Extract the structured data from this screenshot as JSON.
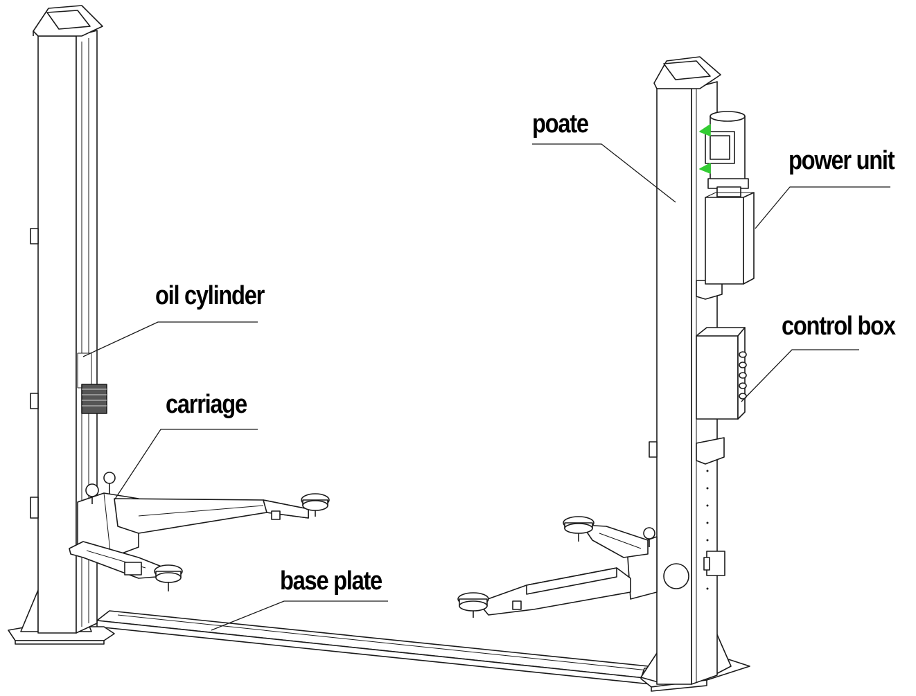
{
  "labels": {
    "poate": "poate",
    "power_unit": "power unit",
    "oil_cylinder": "oil cylinder",
    "control_box": "control box",
    "carriage": "carriage",
    "base_plate": "base plate"
  },
  "colors": {
    "line": "#1a1a1a",
    "fill": "#ffffff",
    "accent": "#33cc33"
  }
}
